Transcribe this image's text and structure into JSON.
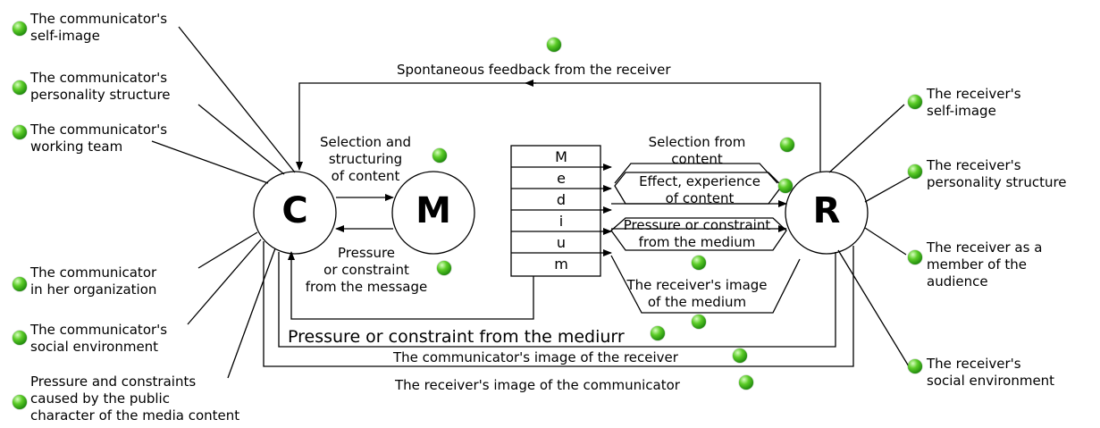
{
  "nodes": {
    "communicator": "C",
    "message": "M",
    "receiver": "R"
  },
  "medium_letters": [
    "M",
    "e",
    "d",
    "i",
    "u",
    "m"
  ],
  "left_labels": {
    "self_image": "The communicator's\nself-image",
    "personality": "The communicator's\npersonality structure",
    "working_team": "The communicator's\nworking team",
    "organization": "The communicator\nin her organization",
    "social_env": "The communicator's\nsocial environment",
    "public_character": "Pressure and constraints\ncaused by the public\ncharacter of the media content"
  },
  "right_labels": {
    "self_image": "The receiver's\nself-image",
    "personality": "The receiver's\npersonality structure",
    "audience": "The receiver as a\nmember of the\naudience",
    "social_env": "The receiver's\nsocial environment"
  },
  "center_labels": {
    "feedback": "Spontaneous feedback from the receiver",
    "selection_structuring": "Selection and\nstructuring\nof content",
    "pressure_message": "Pressure\nor constraint\nfrom the message",
    "selection_from_content": "Selection from\ncontent",
    "effect_experience": "Effect, experience\nof content",
    "pressure_medium_receiver": "Pressure or constraint\nfrom the medium",
    "receiver_image_medium": "The receiver's image\nof the medium",
    "pressure_medium_big": "Pressure or constraint from the mediurr",
    "comm_image_receiver": "The communicator's image of the receiver",
    "receiver_image_comm": "The receiver's image of the communicator"
  },
  "colors": {
    "line": "#000000",
    "dot_green": "#3fb21c",
    "background": "#ffffff"
  }
}
